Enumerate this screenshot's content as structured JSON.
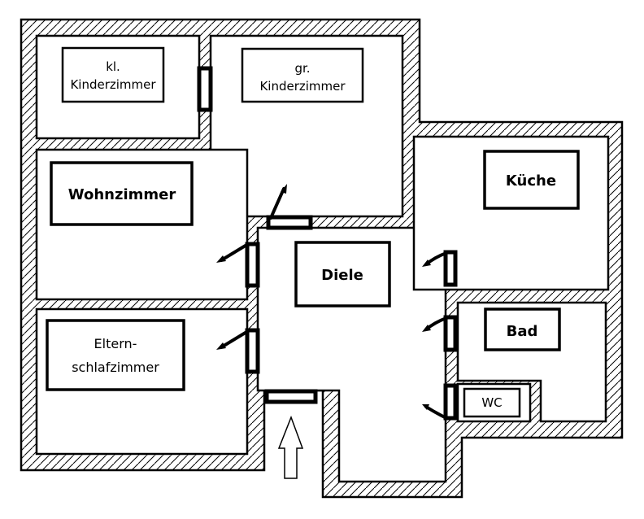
{
  "title": "Grundriss Wohnung",
  "rooms": {
    "kl_kinderzimmer": {
      "line1": "kl.",
      "line2": "Kinderzimmer"
    },
    "gr_kinderzimmer": {
      "line1": "gr.",
      "line2": "Kinderzimmer"
    },
    "wohnzimmer": {
      "label": "Wohnzimmer"
    },
    "elternschlafzimmer": {
      "line1": "Eltern-",
      "line2": "schlafzimmer"
    },
    "diele": {
      "label": "Diele"
    },
    "kueche": {
      "label": "Küche"
    },
    "bad": {
      "label": "Bad"
    },
    "wc": {
      "label": "WC"
    }
  },
  "legend": {
    "entrance": "entrance-arrow",
    "doors": [
      "kl-kinderzimmer-to-gr-kinderzimmer",
      "diele-to-gr-kinderzimmer",
      "diele-to-wohnzimmer",
      "diele-to-elternschlafzimmer",
      "diele-to-kueche",
      "diele-to-bad",
      "diele-to-wc",
      "front-door"
    ]
  },
  "colors": {
    "line": "#000000",
    "background": "#ffffff"
  }
}
